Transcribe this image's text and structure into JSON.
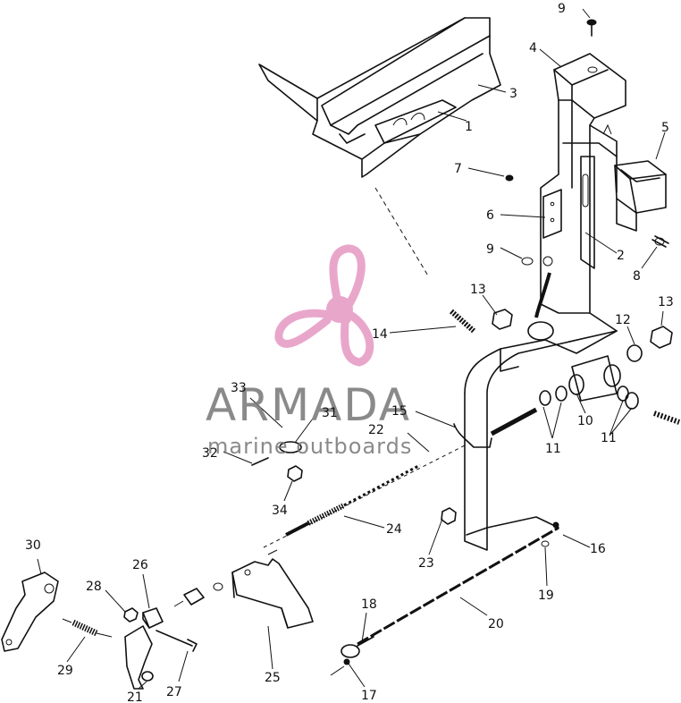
{
  "watermark": {
    "brand": "ARMADA",
    "tagline": "marine outboards",
    "accent_color": "#e79ac4",
    "text_color": "#7a7a7a",
    "logo_icon": "propeller-icon"
  },
  "callouts": [
    {
      "id": "c1",
      "label": "1"
    },
    {
      "id": "c2",
      "label": "2"
    },
    {
      "id": "c3",
      "label": "3"
    },
    {
      "id": "c4",
      "label": "4"
    },
    {
      "id": "c5",
      "label": "5"
    },
    {
      "id": "c6",
      "label": "6"
    },
    {
      "id": "c7",
      "label": "7"
    },
    {
      "id": "c8",
      "label": "8"
    },
    {
      "id": "c9a",
      "label": "9"
    },
    {
      "id": "c9b",
      "label": "9"
    },
    {
      "id": "c10",
      "label": "10"
    },
    {
      "id": "c11a",
      "label": "11"
    },
    {
      "id": "c11b",
      "label": "11"
    },
    {
      "id": "c12",
      "label": "12"
    },
    {
      "id": "c13a",
      "label": "13"
    },
    {
      "id": "c13b",
      "label": "13"
    },
    {
      "id": "c14",
      "label": "14"
    },
    {
      "id": "c15",
      "label": "15"
    },
    {
      "id": "c16",
      "label": "16"
    },
    {
      "id": "c17",
      "label": "17"
    },
    {
      "id": "c18",
      "label": "18"
    },
    {
      "id": "c19",
      "label": "19"
    },
    {
      "id": "c20",
      "label": "20"
    },
    {
      "id": "c21",
      "label": "21"
    },
    {
      "id": "c22",
      "label": "22"
    },
    {
      "id": "c23",
      "label": "23"
    },
    {
      "id": "c24",
      "label": "24"
    },
    {
      "id": "c25",
      "label": "25"
    },
    {
      "id": "c26",
      "label": "26"
    },
    {
      "id": "c27",
      "label": "27"
    },
    {
      "id": "c28",
      "label": "28"
    },
    {
      "id": "c29",
      "label": "29"
    },
    {
      "id": "c30",
      "label": "30"
    },
    {
      "id": "c31",
      "label": "31"
    },
    {
      "id": "c32",
      "label": "32"
    },
    {
      "id": "c33",
      "label": "33"
    },
    {
      "id": "c34",
      "label": "34"
    }
  ]
}
